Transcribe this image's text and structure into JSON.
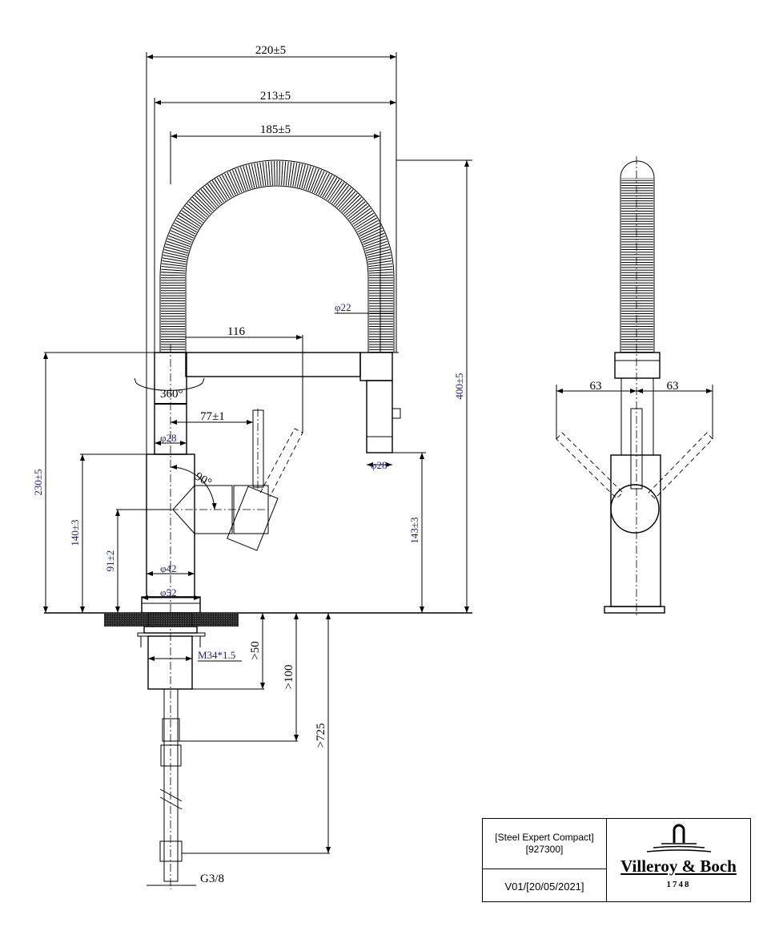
{
  "dimensions": {
    "width_220": "220±5",
    "width_213": "213±5",
    "width_185": "185±5",
    "hose_dia": "φ22",
    "spout_116": "116",
    "rotation": "360°",
    "lever_offset": "77±1",
    "pipe_dia": "φ28",
    "head_dia": "φ28",
    "lever_angle": "90°",
    "body_dia": "φ42",
    "base_dia": "φ52",
    "height_230": "230±5",
    "height_140": "140±3",
    "height_91": "91±2",
    "height_400": "400±5",
    "height_143": "143±3",
    "thread_m34": "M34*1.5",
    "depth_50": ">50",
    "depth_100": ">100",
    "depth_725": ">725",
    "thread_g38": "G3/8",
    "side_left_63": "63",
    "side_right_63": "63"
  },
  "title_block": {
    "product": "[Steel Expert Compact]",
    "code": "[927300]",
    "version": "V01/[20/05/2021]",
    "brand": "Villeroy & Boch",
    "year": "1748"
  }
}
